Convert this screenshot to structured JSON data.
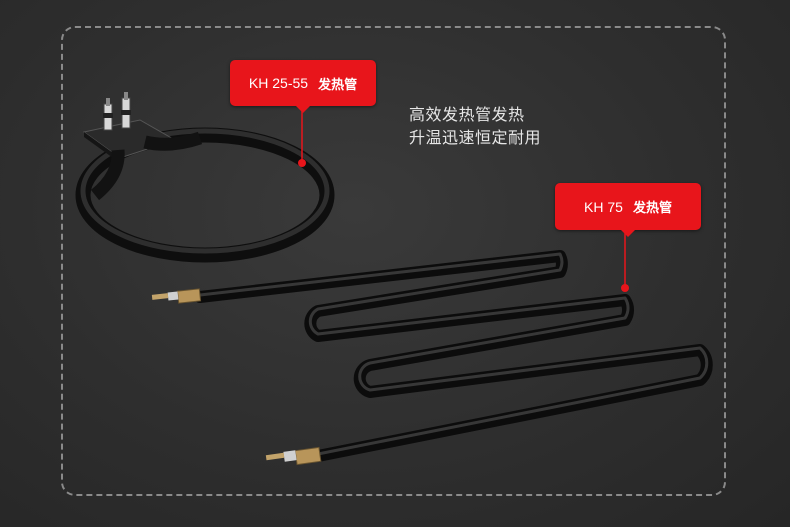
{
  "labels": {
    "tube1": {
      "model": "KH 25-55",
      "name": "发热管"
    },
    "tube2": {
      "model": "KH 75",
      "name": "发热管"
    }
  },
  "description": {
    "line1": "高效发热管发热",
    "line2": "升温迅速恒定耐用"
  },
  "colors": {
    "label_bg": "#e8151b",
    "background": "#2e2e2e",
    "frame_border": "#8a8a8a"
  }
}
